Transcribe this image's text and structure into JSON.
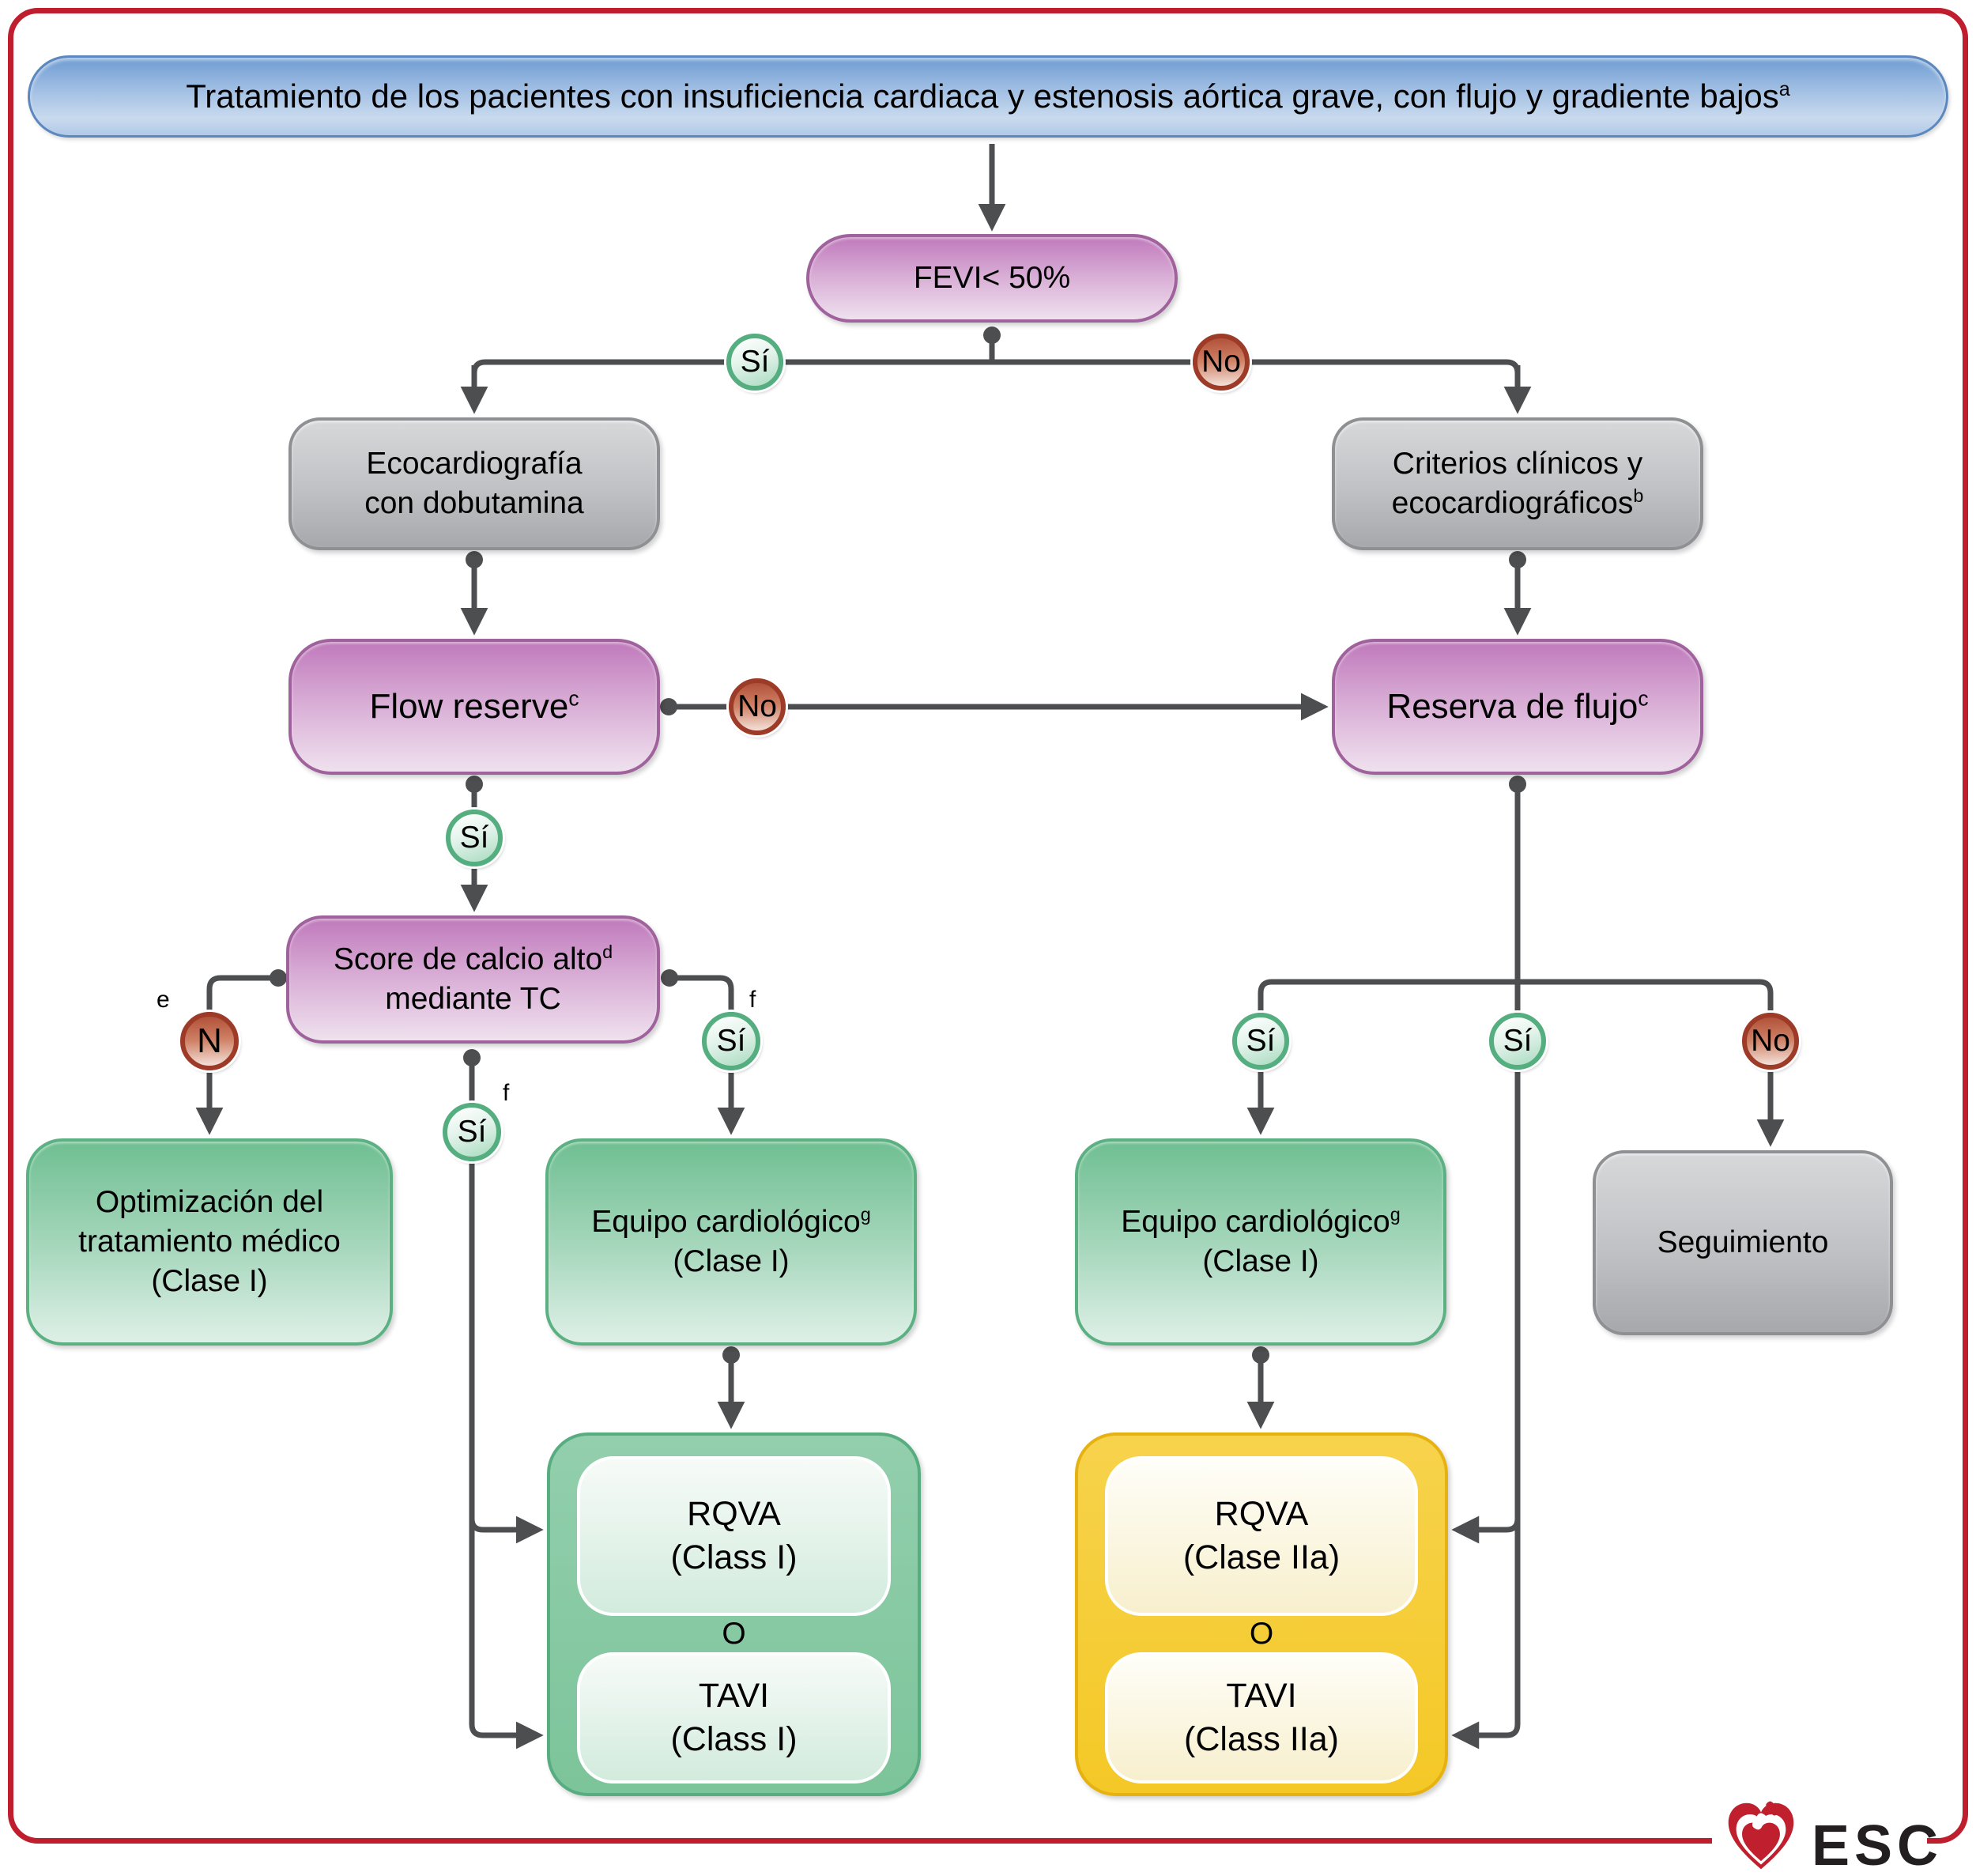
{
  "colors": {
    "frame_red": "#be1e2d",
    "connector_gray": "#4d4e50",
    "title_blue": "#7aa3d6",
    "node_purple": "#c07abc",
    "node_gray": "#b9bbbe",
    "result_green": "#6fbf92",
    "container_green": "#82c79e",
    "container_yellow": "#f5cb2f",
    "yes_circle_green": "#55ae80",
    "no_circle_red": "#9d3b28",
    "esc_red": "#c01f2e"
  },
  "title": {
    "text": "Tratamiento de los pacientes con insuficiencia cardiaca y estenosis aórtica grave, con flujo y gradiente bajos",
    "sup": "a"
  },
  "nodes": {
    "fevi": {
      "label": "FEVI< 50%"
    },
    "eco": {
      "line1": "Ecocardiografía",
      "line2": "con dobutamina"
    },
    "criterios": {
      "line1": "Criterios clínicos y",
      "line2": "ecocardiográficos",
      "sup": "b"
    },
    "flow_reserve": {
      "label": "Flow reserve",
      "sup": "c"
    },
    "reserva_flujo": {
      "label": "Reserva de flujo",
      "sup": "c"
    },
    "score": {
      "line1": "Score de calcio alto",
      "sup": "d",
      "line2": "mediante TC"
    },
    "optimizacion": {
      "line1": "Optimización del",
      "line2": "tratamiento médico",
      "line3": "(Clase I)"
    },
    "equipo_left": {
      "line1": "Equipo cardiológico",
      "sup": "g",
      "line2": "(Clase I)"
    },
    "equipo_right": {
      "line1": "Equipo cardiológico",
      "sup": "g",
      "line2": "(Clase I)"
    },
    "seguimiento": {
      "label": "Seguimiento"
    },
    "rqva_left": {
      "line1": "RQVA",
      "line2": "(Class I)"
    },
    "or_left": {
      "label": "O"
    },
    "tavi_left": {
      "line1": "TAVI",
      "line2": "(Class I)"
    },
    "rqva_right": {
      "line1": "RQVA",
      "line2": "(Clase IIa)"
    },
    "or_right": {
      "label": "O"
    },
    "tavi_right": {
      "line1": "TAVI",
      "line2": "(Class IIa)"
    }
  },
  "decisions": {
    "fevi_yes": "Sí",
    "fevi_no": "No",
    "flow_no": "No",
    "flow_yes": "Sí",
    "score_no": {
      "label": "N",
      "sup": "e"
    },
    "score_yes_right": {
      "label": "Sí",
      "sup": "f"
    },
    "score_yes_down": {
      "label": "Sí",
      "sup": "f"
    },
    "reserva_yes_left": "Sí",
    "reserva_yes_mid": "Sí",
    "reserva_no": "No"
  },
  "footer": {
    "esc_label": "ESC"
  }
}
